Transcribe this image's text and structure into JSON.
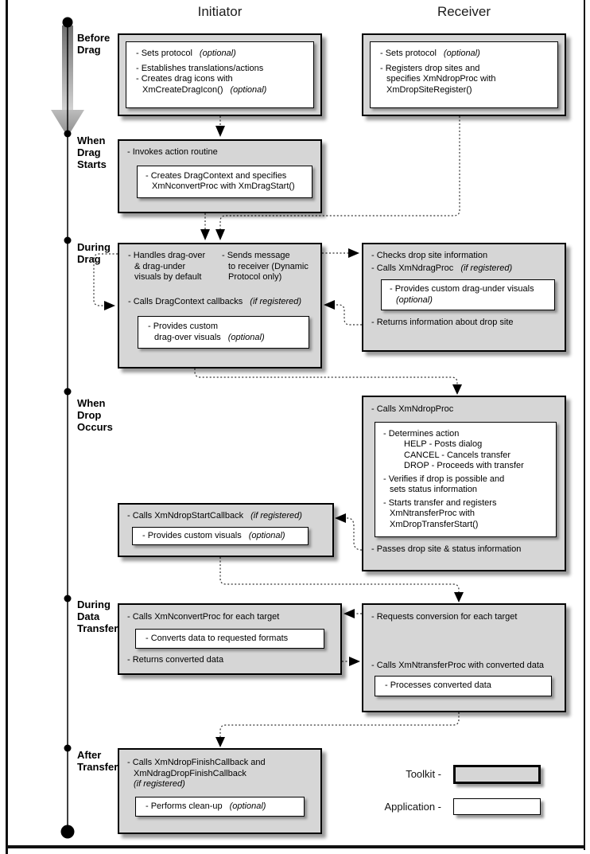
{
  "header": {
    "initiator": "Initiator",
    "receiver": "Receiver"
  },
  "phases": {
    "p1": [
      "Before",
      "Drag"
    ],
    "p2": [
      "When",
      "Drag",
      "Starts"
    ],
    "p3": [
      "During",
      "Drag"
    ],
    "p4": [
      "When",
      "Drop",
      "Occurs"
    ],
    "p5": [
      "During",
      "Data",
      "Transfer"
    ],
    "p6": [
      "After",
      "Transfer"
    ]
  },
  "boxes": {
    "init_before": {
      "l1": "- Sets protocol",
      "l1n": "(optional)",
      "l2": "- Establishes translations/actions",
      "l3": "- Creates drag icons with",
      "l4": "XmCreateDragIcon()",
      "l4n": "(optional)"
    },
    "recv_before": {
      "l1": "- Sets protocol",
      "l1n": "(optional)",
      "l2": "- Registers drop sites and",
      "l3": "specifies XmNdropProc with",
      "l4": "XmDropSiteRegister()"
    },
    "init_drag_start": {
      "l1": "- Invokes action routine",
      "l2": "- Creates DragContext and specifies",
      "l3": "XmNconvertProc with XmDragStart()"
    },
    "init_during_drag": {
      "a1": "- Handles drag-over",
      "a2": "& drag-under",
      "a3": "visuals by default",
      "b1": "- Sends message",
      "b2": "to receiver (Dynamic",
      "b3": "Protocol  only)",
      "l2": "- Calls DragContext callbacks",
      "l2n": "(if registered)",
      "l3": "- Provides custom",
      "l4": "drag-over visuals",
      "l4n": "(optional)"
    },
    "recv_during_drag": {
      "l1": "- Checks drop site information",
      "l2": "- Calls XmNdragProc",
      "l2n": "(if registered)",
      "l3": "- Provides custom drag-under visuals",
      "l3n": "(optional)",
      "l4": "- Returns information about drop site"
    },
    "recv_drop": {
      "l1": "- Calls XmNdropProc",
      "l2": "- Determines action",
      "l3": "HELP - Posts dialog",
      "l4": "CANCEL - Cancels transfer",
      "l5": "DROP - Proceeds with transfer",
      "l6": "- Verifies if drop is possible and",
      "l7": "sets status information",
      "l8": "- Starts transfer and registers",
      "l9": "XmNtransferProc with",
      "l10": "XmDropTransferStart()",
      "l11": "- Passes drop site & status information"
    },
    "init_drop_start": {
      "l1": "- Calls XmNdropStartCallback",
      "l1n": "(if registered)",
      "l2": "- Provides custom visuals",
      "l2n": "(optional)"
    },
    "init_transfer": {
      "l1": "- Calls XmNconvertProc for each target",
      "l2": "- Converts data to requested formats",
      "l3": "- Returns converted data"
    },
    "recv_transfer": {
      "l1": "- Requests conversion for each target",
      "l2": "- Calls XmNtransferProc with converted data",
      "l3": "- Processes converted data"
    },
    "init_after": {
      "l1": "- Calls XmNdropFinishCallback and",
      "l2": "XmNdragDropFinishCallback",
      "l3": "(if registered)",
      "l4": "- Performs clean-up",
      "l4n": "(optional)"
    }
  },
  "legend": {
    "toolkit": "Toolkit -",
    "application": "Application -"
  },
  "colors": {
    "toolkit_box_fill": "#d6d6d6",
    "application_box_fill": "#ffffff",
    "border": "#000000",
    "shadow": "#999999"
  }
}
